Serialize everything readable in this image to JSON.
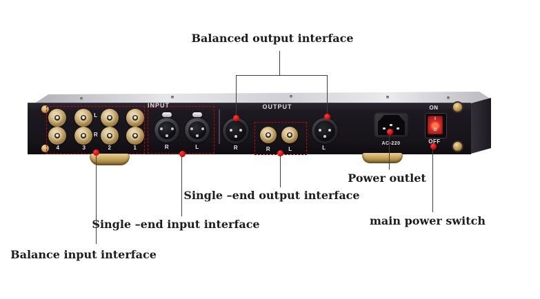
{
  "colors": {
    "callout_red": "#db0000",
    "dashed_box_red": "#d40000",
    "panel_black": "#17141a",
    "chassis_silver": "#d8d8dc",
    "brass_gold": "#c9a35f",
    "rocker_red": "#d42a2a"
  },
  "annotations": {
    "balanced_output": "Balanced output interface",
    "power_outlet": "Power outlet",
    "single_end_output": "Single –end output interface",
    "single_end_input": "Single –end input interface",
    "main_power_switch": "main power switch",
    "balance_input": "Balance input interface"
  },
  "panel": {
    "balance_input_group": {
      "numbers": [
        "4",
        "3",
        "2",
        "1"
      ],
      "channel_top": "L",
      "channel_bottom": "R"
    },
    "xlr_input_group": {
      "title": "INPUT",
      "jack_labels": [
        "R",
        "L"
      ]
    },
    "output_group": {
      "title": "OUTPUT",
      "xlr_labels": [
        "R",
        "L"
      ],
      "rca_labels": [
        "R",
        "L"
      ]
    },
    "power": {
      "socket_label": "AC-220",
      "on_label": "ON",
      "off_label": "OFF",
      "rocker_top": "I",
      "rocker_bottom": "O"
    }
  }
}
